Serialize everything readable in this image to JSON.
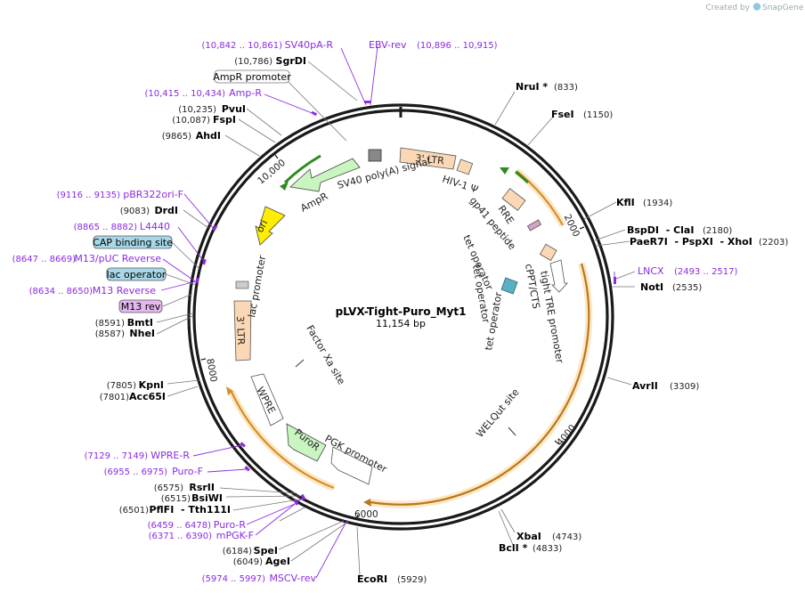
{
  "brand": {
    "created_by": "Created by",
    "name": "SnapGene"
  },
  "plasmid": {
    "name": "pLVX-Tight-Puro_Myt1",
    "size": "11,154 bp"
  },
  "ticks": [
    "2000",
    "4000",
    "6000",
    "8000",
    "10,000"
  ],
  "sites": {
    "nrui": {
      "name": "NruI *",
      "pos": "(833)"
    },
    "fsei": {
      "name": "FseI",
      "pos": "(1150)"
    },
    "kfli": {
      "name": "KflI",
      "pos": "(1934)"
    },
    "bspdi": {
      "name": "BspDI  - ClaI",
      "pos": "(2180)"
    },
    "paer7i": {
      "name": "PaeR7I  - PspXI  - XhoI",
      "pos": "(2203)"
    },
    "noti": {
      "name": "NotI",
      "pos": "(2535)"
    },
    "avrii": {
      "name": "AvrII",
      "pos": "(3309)"
    },
    "xbai": {
      "name": "XbaI",
      "pos": "(4743)"
    },
    "bcli": {
      "name": "BclI *",
      "pos": "(4833)"
    },
    "ecori": {
      "name": "EcoRI",
      "pos": "(5929)"
    },
    "agei": {
      "name": "AgeI",
      "pos": "(6049)"
    },
    "spei": {
      "name": "SpeI",
      "pos": "(6184)"
    },
    "pflfi": {
      "name": "PflFI  - Tth111I",
      "pos": "(6501)"
    },
    "bsiwi": {
      "name": "BsiWI",
      "pos": "(6515)"
    },
    "rsrii": {
      "name": "RsrII",
      "pos": "(6575)"
    },
    "acc65i": {
      "name": "Acc65I",
      "pos": "(7801)"
    },
    "kpni": {
      "name": "KpnI",
      "pos": "(7805)"
    },
    "nhei": {
      "name": "NheI",
      "pos": "(8587)"
    },
    "bmti": {
      "name": "BmtI",
      "pos": "(8591)"
    },
    "drdi": {
      "name": "DrdI",
      "pos": "(9083)"
    },
    "ahdi": {
      "name": "AhdI",
      "pos": "(9865)"
    },
    "fspi": {
      "name": "FspI",
      "pos": "(10,087)"
    },
    "pvui": {
      "name": "PvuI",
      "pos": "(10,235)"
    },
    "sgrdi": {
      "name": "SgrDI",
      "pos": "(10,786)"
    }
  },
  "primers": {
    "sv40par": {
      "name": "SV40pA-R",
      "pos": "(10,842 .. 10,861)"
    },
    "ebvrev": {
      "name": "EBV-rev",
      "pos": "(10,896 .. 10,915)"
    },
    "ampr": {
      "name": "Amp-R",
      "pos": "(10,415 .. 10,434)"
    },
    "pbr322": {
      "name": "pBR322ori-F",
      "pos": "(9116 .. 9135)"
    },
    "l4440": {
      "name": "L4440",
      "pos": "(8865 .. 8882)"
    },
    "m13puc": {
      "name": "M13/pUC Reverse",
      "pos": "(8647 .. 8669)"
    },
    "m13rev": {
      "name": "M13 Reverse",
      "pos": "(8634 .. 8650)"
    },
    "lncx": {
      "name": "LNCX",
      "pos": "(2493 .. 2517)"
    },
    "wprer": {
      "name": "WPRE-R",
      "pos": "(7129 .. 7149)"
    },
    "purof": {
      "name": "Puro-F",
      "pos": "(6955 .. 6975)"
    },
    "puror": {
      "name": "Puro-R",
      "pos": "(6459 .. 6478)"
    },
    "mpgkf": {
      "name": "mPGK-F",
      "pos": "(6371 .. 6390)"
    },
    "mscvrev": {
      "name": "MSCV-rev",
      "pos": "(5974 .. 5997)"
    }
  },
  "boxed": {
    "amprpromoter": "AmpR promoter",
    "capsite": "CAP binding site",
    "lacop": "lac operator",
    "m13revbox": "M13 rev"
  },
  "features": {
    "ltr3top": "3' LTR",
    "hiv1": "HIV-1 Ψ",
    "rre": "RRE",
    "gp41": "gp41 peptide",
    "cppt": "cPPT/CTS",
    "tetop1": "tet operator",
    "tetop2": "tet operator",
    "tetop3": "tet operator",
    "tight": "tight TRE promoter",
    "sv40": "SV40 poly(A) signal",
    "amprfeat": "AmpR",
    "ori": "ori",
    "lacprom": "lac promoter",
    "ltr3left": "3' LTR",
    "factorxa": "Factor Xa site",
    "wpre": "WPRE",
    "puror": "PuroR",
    "pgk": "PGK promoter",
    "welq": "WELQut site"
  },
  "colors": {
    "backbone": "#1a1a1a",
    "primer": "#8a2be2",
    "orf": "#e8a33a",
    "ltr": "#fbd8b5",
    "green": "#c8f5c0",
    "ori": "#ffee00",
    "cap_box": "#a8d8e8",
    "m13_box": "#e5b8f0",
    "greenarrow": "#2e8b20"
  }
}
